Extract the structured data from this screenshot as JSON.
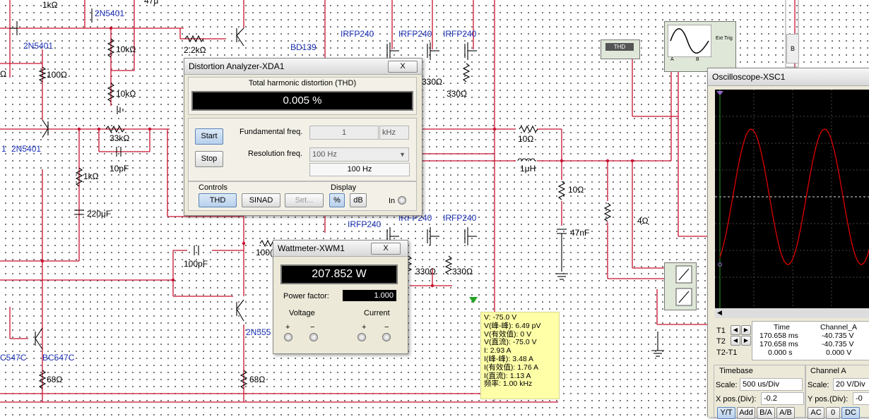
{
  "schematic": {
    "labels": {
      "r_1k_top": "1kΩ",
      "q_2n5401_top": "2N5401",
      "c_47u_partial": "47μ",
      "q_2n5401_mid": "2N5401",
      "r_10k_1": "10kΩ",
      "r_22k": "2.2kΩ",
      "q_bd139": "BD139",
      "irfp240_1": "IRFP240",
      "irfp240_2": "IRFP240",
      "irfp240_3": "IRFP240",
      "r_100": "100Ω",
      "r_10k_2": "10kΩ",
      "r_330_top1": "330Ω",
      "r_330_top2": "330Ω",
      "q_2n5401_left": "2N5401",
      "r_33k": "33kΩ",
      "c_10p": "10pF",
      "r_1k_mid": "1kΩ",
      "c_220u": "220μF",
      "r_10_out": "10Ω",
      "l_1u": "1μH",
      "r_10_zobel": "10Ω",
      "c_47n": "47nF",
      "r_4": "4Ω",
      "irfp240_4": "IRFP240",
      "irfp240_5": "IRFP240",
      "irfp240_6": "IRFP240",
      "c_100p": "100pF",
      "r_100_partial": "100(",
      "r_330_bot1": "330Ω",
      "r_330_bot2": "330Ω",
      "q_2n555": "2N555",
      "r_68_right": "68Ω",
      "q_bc547_left": "C547C",
      "q_bc547": "BC547C",
      "r_68_left": "68Ω",
      "left_partial_1": "Ω",
      "left_partial_2": "1",
      "thd_box": "THD",
      "ext_trig": "Ext Trig",
      "scope_a": "A",
      "scope_b": "B",
      "right_b": "B"
    }
  },
  "distortion_analyzer": {
    "title": "Distortion Analyzer-XDA1",
    "close": "X",
    "thd_header": "Total harmonic distortion (THD)",
    "reading": "0.005 %",
    "start": "Start",
    "stop": "Stop",
    "fund_label": "Fundamental freq.",
    "fund_value": "1",
    "fund_unit": "kHz",
    "res_label": "Resolution freq.",
    "res_value": "100 Hz",
    "res_value2": "100 Hz",
    "controls_label": "Controls",
    "thd_btn": "THD",
    "sinad_btn": "SINAD",
    "set_btn": "Set...",
    "display_label": "Display",
    "pct_btn": "%",
    "db_btn": "dB",
    "in_label": "In"
  },
  "wattmeter": {
    "title": "Wattmeter-XWM1",
    "close": "X",
    "reading": "207.852 W",
    "pf_label": "Power factor:",
    "pf_value": "1.000",
    "voltage_label": "Voltage",
    "current_label": "Current",
    "plus": "+",
    "minus": "−"
  },
  "probe_tooltip": {
    "lines": [
      "V: -75.0 V",
      "V(峰-峰): 6.49 pV",
      "V(有效值): 0 V",
      "V(直流): -75.0 V",
      "I: 2.93 A",
      "I(峰-峰): 3.48 A",
      "I(有效值): 1.76 A",
      "I(直流): 1.13 A",
      "频率: 1.00 kHz"
    ]
  },
  "oscilloscope": {
    "title": "Oscilloscope-XSC1",
    "t1": "T1",
    "t2": "T2",
    "t2t1": "T2-T1",
    "time_header": "Time",
    "cha_header": "Channel_A",
    "t1_time": "170.658 ms",
    "t1_val": "-40.735 V",
    "t2_time": "170.658 ms",
    "t2_val": "-40.735 V",
    "d_time": "0.000 s",
    "d_val": "0.000 V",
    "timebase_label": "Timebase",
    "scale_label": "Scale:",
    "scale_value": "500 us/Div",
    "xpos_label": "X pos.(Div):",
    "xpos_value": "-0.2",
    "yt_btn": "Y/T",
    "add_btn": "Add",
    "ba_btn": "B/A",
    "ab_btn": "A/B",
    "cha_label": "Channel A",
    "cha_scale_label": "Scale:",
    "cha_scale_value": "20  V/Div",
    "ypos_label": "Y pos.(Div):",
    "ypos_value": "-0",
    "ac_btn": "AC",
    "zero_btn": "0",
    "dc_btn": "DC",
    "trace_color": "#e00000"
  }
}
